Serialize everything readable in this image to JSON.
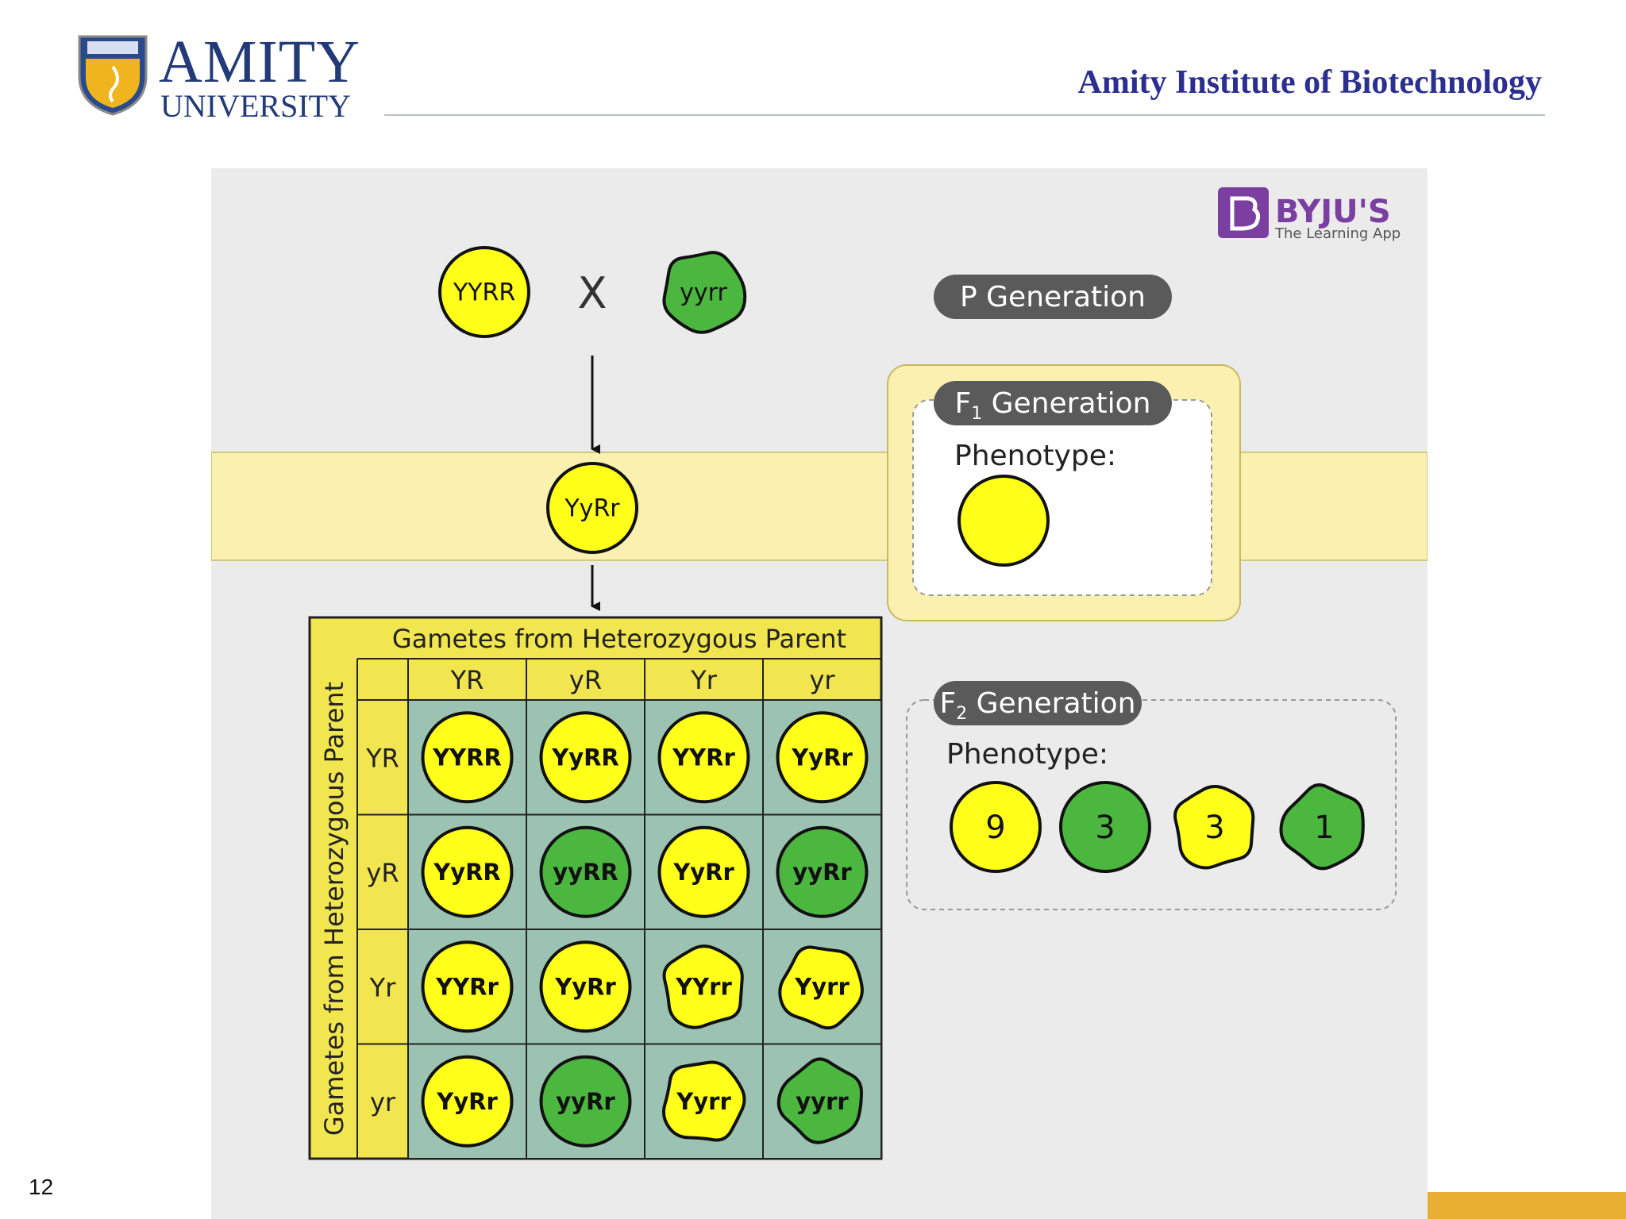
{
  "header": {
    "logo_name": "AMITY",
    "logo_sub": "UNIVERSITY",
    "institute": "Amity Institute of Biotechnology",
    "slide_number": "12"
  },
  "brand": {
    "name": "BYJU'S",
    "tagline": "The Learning App",
    "color": "#7b3ea1"
  },
  "colors": {
    "yellow": "#ffff1a",
    "green": "#4cb73f",
    "teal_cell": "#9cc3b2",
    "band": "#faf0b0",
    "header_yellow": "#f2e650",
    "pill": "#5a5a5a",
    "accent": "#e8ae32"
  },
  "p_generation": {
    "label": "P Generation",
    "parent1": "YYRR",
    "cross": "X",
    "parent2": "yyrr"
  },
  "f1": {
    "label_prefix": "F",
    "label_sub": "1",
    "label_suffix": " Generation",
    "offspring": "YyRr",
    "phenotype_label": "Phenotype:"
  },
  "punnett": {
    "top_header": "Gametes from Heterozygous Parent",
    "side_header": "Gametes from Heterozygous Parent",
    "columns": [
      "YR",
      "yR",
      "Yr",
      "yr"
    ],
    "rows": [
      "YR",
      "yR",
      "Yr",
      "yr"
    ],
    "cells": [
      [
        {
          "g": "YYRR",
          "c": "yellow",
          "s": "round"
        },
        {
          "g": "YyRR",
          "c": "yellow",
          "s": "round"
        },
        {
          "g": "YYRr",
          "c": "yellow",
          "s": "round"
        },
        {
          "g": "YyRr",
          "c": "yellow",
          "s": "round"
        }
      ],
      [
        {
          "g": "YyRR",
          "c": "yellow",
          "s": "round"
        },
        {
          "g": "yyRR",
          "c": "green",
          "s": "round"
        },
        {
          "g": "YyRr",
          "c": "yellow",
          "s": "round"
        },
        {
          "g": "yyRr",
          "c": "green",
          "s": "round"
        }
      ],
      [
        {
          "g": "YYRr",
          "c": "yellow",
          "s": "round"
        },
        {
          "g": "YyRr",
          "c": "yellow",
          "s": "round"
        },
        {
          "g": "YYrr",
          "c": "yellow",
          "s": "wrinkled"
        },
        {
          "g": "Yyrr",
          "c": "yellow",
          "s": "wrinkled"
        }
      ],
      [
        {
          "g": "YyRr",
          "c": "yellow",
          "s": "round"
        },
        {
          "g": "yyRr",
          "c": "green",
          "s": "round"
        },
        {
          "g": "Yyrr",
          "c": "yellow",
          "s": "wrinkled"
        },
        {
          "g": "yyrr",
          "c": "green",
          "s": "wrinkled"
        }
      ]
    ]
  },
  "f2": {
    "label_prefix": "F",
    "label_sub": "2",
    "label_suffix": " Generation",
    "phenotype_label": "Phenotype:",
    "ratios": [
      {
        "value": "9",
        "c": "yellow",
        "s": "round"
      },
      {
        "value": "3",
        "c": "green",
        "s": "round"
      },
      {
        "value": "3",
        "c": "yellow",
        "s": "wrinkled"
      },
      {
        "value": "1",
        "c": "green",
        "s": "wrinkled"
      }
    ]
  }
}
